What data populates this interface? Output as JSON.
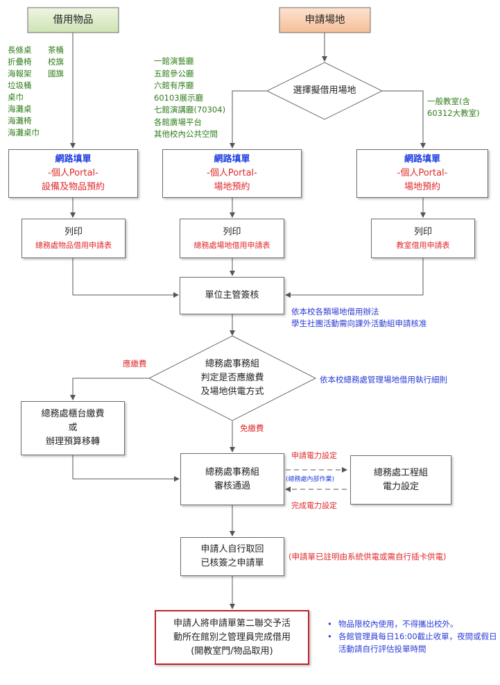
{
  "top": {
    "borrow_items": "借用物品",
    "apply_venue": "申請場地"
  },
  "items_col1": [
    "長條桌",
    "折疊椅",
    "海報架",
    "垃圾桶",
    "桌巾",
    "海灘桌",
    "海灘椅",
    "海灘桌巾"
  ],
  "items_col2": [
    "茶桶",
    "校旗",
    "國旗"
  ],
  "venue_list": [
    "一館演藝廳",
    "五館參公廳",
    "六館有序廳",
    "60103展示廳",
    "七館演講廳(70304)",
    "各館廣場平台",
    "其他校內公共空間"
  ],
  "classroom_list": [
    "一般教室(含",
    "60312大教室)"
  ],
  "decision_venue": "選擇擬借用場地",
  "online": {
    "title": "網路填單",
    "portal": "-個人Portal-",
    "left_sub": "設備及物品預約",
    "mid_sub": "場地預約",
    "right_sub": "場地預約"
  },
  "print": {
    "title": "列印",
    "left": "總務處物品借用申請表",
    "mid": "總務處場地借用申請表",
    "right": "教室借用申請表"
  },
  "supervisor": "單位主管簽核",
  "supervisor_note": [
    "依本校各類場地借用辦法",
    "學生社團活動需向課外活動組申請核准"
  ],
  "fee_decision": [
    "總務處事務組",
    "判定是否應繳費",
    "及場地供電方式"
  ],
  "fee_note": "依本校總務處管理場地借用執行細則",
  "should_pay": "應繳費",
  "no_pay": "免繳費",
  "pay_box": [
    "總務處櫃台繳費",
    "或",
    "辦理預算移轉"
  ],
  "approve": [
    "總務處事務組",
    "審核通過"
  ],
  "power_apply": "申請電力設定",
  "internal": "(總務處內部作業)",
  "power_done": "完成電力設定",
  "engineering": [
    "總務處工程組",
    "電力設定"
  ],
  "retrieve": [
    "申請人自行取回",
    "已核簽之申請單"
  ],
  "retrieve_note": "(申請單已註明由系統供電或需自行插卡供電)",
  "final": [
    "申請人將申請單第二聯交予活",
    "動所在館別之管理員完成借用",
    "(開教室門/物品取用)"
  ],
  "notes": [
    "物品限校內使用，不得攜出校外。",
    "各館管理員每日16:00截止收單，夜間或假日活動請自行評估投單時間"
  ],
  "colors": {
    "green_fill": "#d7e8bf",
    "orange_fill": "#f7c8a6",
    "green_text": "#2e7d1a",
    "blue_text": "#2a3bd6",
    "red_text": "#e0282a",
    "final_border": "#c0202a"
  }
}
